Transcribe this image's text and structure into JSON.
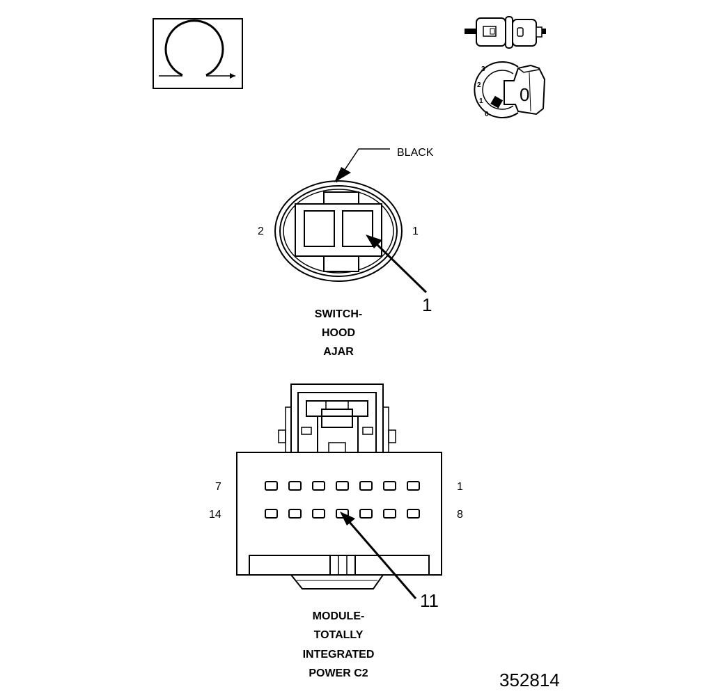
{
  "top_left_icon": {
    "name": "connector-view-symbol"
  },
  "top_right_icons": {
    "connector_icon": "connector-plug-icon",
    "key_icon": "ignition-key-icon",
    "key_positions": [
      "3",
      "2",
      "1",
      "0"
    ],
    "key_letter": "0"
  },
  "switch_connector": {
    "color_label": "BLACK",
    "pin_left": "2",
    "pin_right": "1",
    "callout": "1",
    "title_lines": [
      "SWITCH-",
      "HOOD",
      "AJAR"
    ]
  },
  "module_connector": {
    "pin_top_left": "7",
    "pin_top_right": "1",
    "pin_bottom_left": "14",
    "pin_bottom_right": "8",
    "callout": "11",
    "title_lines": [
      "MODULE-",
      "TOTALLY",
      "INTEGRATED",
      "POWER C2"
    ]
  },
  "document_id": "352814"
}
